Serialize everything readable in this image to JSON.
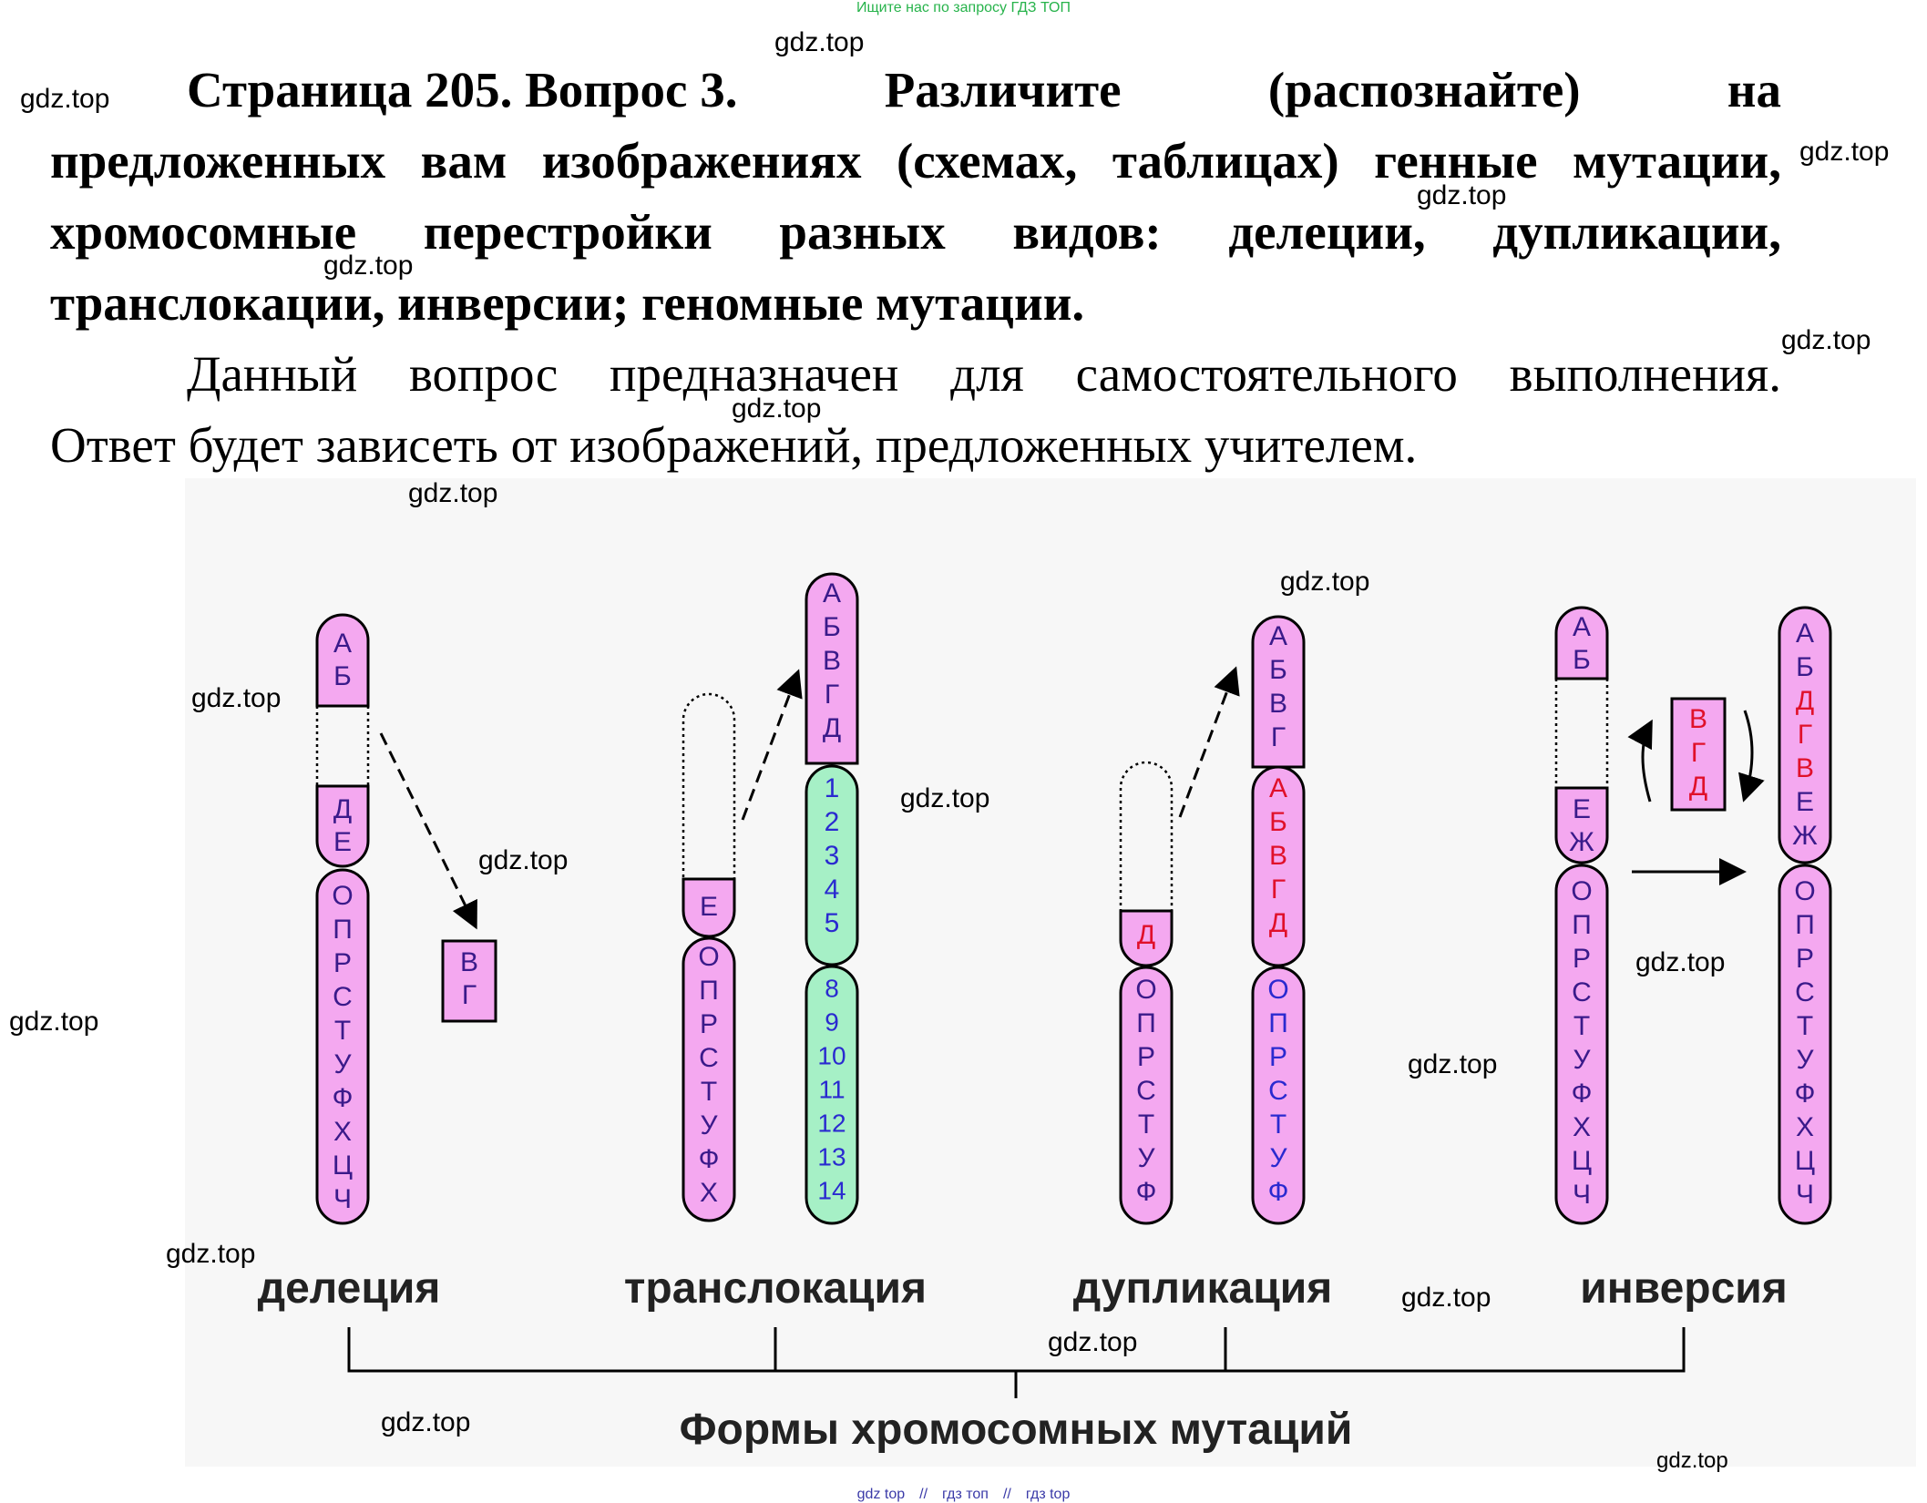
{
  "banner": "Ищите нас по запросу ГДЗ ТОП",
  "question": {
    "lines": [
      [
        "Страница 205. Вопрос 3.",
        "Различите",
        "(распознайте)",
        "на"
      ],
      [
        "предложенных",
        "вам",
        "изображениях",
        "(схемах,",
        "таблицах)",
        "генные",
        "мутации,"
      ],
      [
        "хромосомные",
        "перестройки",
        "разных",
        "видов:",
        "делеции,",
        "дупликации,"
      ],
      [
        "транслокации, инверсии; геномные мутации."
      ]
    ]
  },
  "answer": {
    "lines": [
      [
        "Данный",
        "вопрос",
        "предназначен",
        "для",
        "самостоятельного",
        "выполнения."
      ],
      [
        "Ответ будет зависеть от изображений, предложенных учителем."
      ]
    ]
  },
  "watermark": "gdz.top",
  "figure": {
    "deletion": {
      "label": "делеция",
      "top": [
        "А",
        "Б"
      ],
      "mid": [
        "Д",
        "Е"
      ],
      "bottom": [
        "О",
        "П",
        "Р",
        "С",
        "Т",
        "У",
        "Ф",
        "Х",
        "Ц",
        "Ч"
      ],
      "fragment": [
        "В",
        "Г"
      ]
    },
    "translocation": {
      "label": "транслокация",
      "left_top": [
        "Е"
      ],
      "left_bottom": [
        "О",
        "П",
        "Р",
        "С",
        "Т",
        "У",
        "Ф",
        "Х"
      ],
      "right_top": [
        "А",
        "Б",
        "В",
        "Г",
        "Д"
      ],
      "right_mid": [
        "1",
        "2",
        "3",
        "4",
        "5"
      ],
      "right_bottom": [
        "8",
        "9",
        "10",
        "11",
        "12",
        "13",
        "14"
      ]
    },
    "duplication": {
      "label": "дупликация",
      "left_top": [
        "Д"
      ],
      "left_bottom": [
        "О",
        "П",
        "Р",
        "С",
        "Т",
        "У",
        "Ф"
      ],
      "right_top": [
        "А",
        "Б",
        "В",
        "Г"
      ],
      "right_mid": [
        "А",
        "Б",
        "В",
        "Г",
        "Д"
      ],
      "right_bottom": [
        "О",
        "П",
        "Р",
        "С",
        "Т",
        "У",
        "Ф"
      ]
    },
    "inversion": {
      "label": "инверсия",
      "left_top": [
        "А",
        "Б"
      ],
      "left_mid": [
        "Е",
        "Ж"
      ],
      "left_bottom": [
        "О",
        "П",
        "Р",
        "С",
        "Т",
        "У",
        "Ф",
        "Х",
        "Ц",
        "Ч"
      ],
      "fragment": [
        "В",
        "Г",
        "Д"
      ],
      "right_top": [
        "А",
        "Б",
        "Д",
        "Г",
        "В",
        "Е",
        "Ж"
      ],
      "right_top_red": [
        false,
        false,
        true,
        true,
        true,
        false,
        false
      ],
      "right_bottom": [
        "О",
        "П",
        "Р",
        "С",
        "Т",
        "У",
        "Ф",
        "Х",
        "Ц",
        "Ч"
      ]
    },
    "caption": "Формы хромосомных мутаций"
  },
  "footer": [
    "gdz top",
    "//",
    "гдз топ",
    "//",
    "гдз top"
  ],
  "colors": {
    "pink": "#f4a8f0",
    "green": "#a6f0c6",
    "red_text": "#e0102a",
    "blue_text": "#2a2ad0",
    "purple_text": "#3a1a8a",
    "banner_green": "#27b34b"
  }
}
